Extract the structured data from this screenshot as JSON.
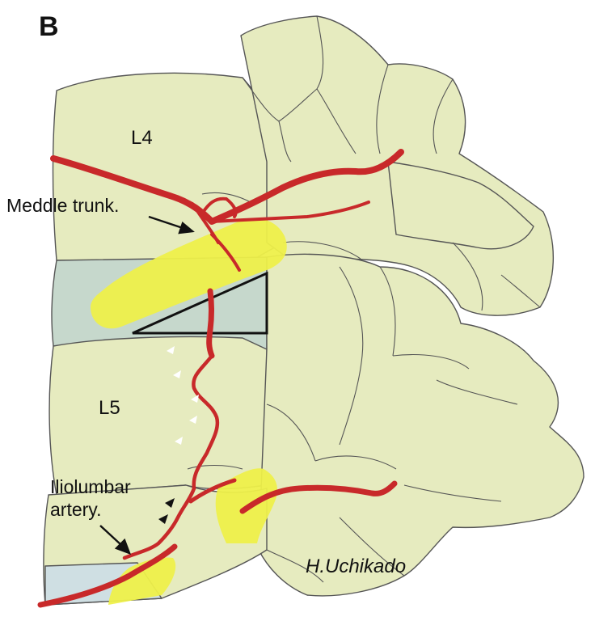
{
  "panel_label": "B",
  "labels": {
    "l4": "L4",
    "l5": "L5",
    "middle_trunk": "Meddle trunk.",
    "iliolumbar_line1": "Iliolumbar",
    "iliolumbar_line2": "artery.",
    "signature": "H.Uchikado"
  },
  "colors": {
    "bone": "#e6ebbf",
    "bone_stroke": "#555555",
    "disc": "#c6d8cc",
    "artery": "#c8292a",
    "nerve_highlight": "#eef04a",
    "outline": "#111111"
  }
}
